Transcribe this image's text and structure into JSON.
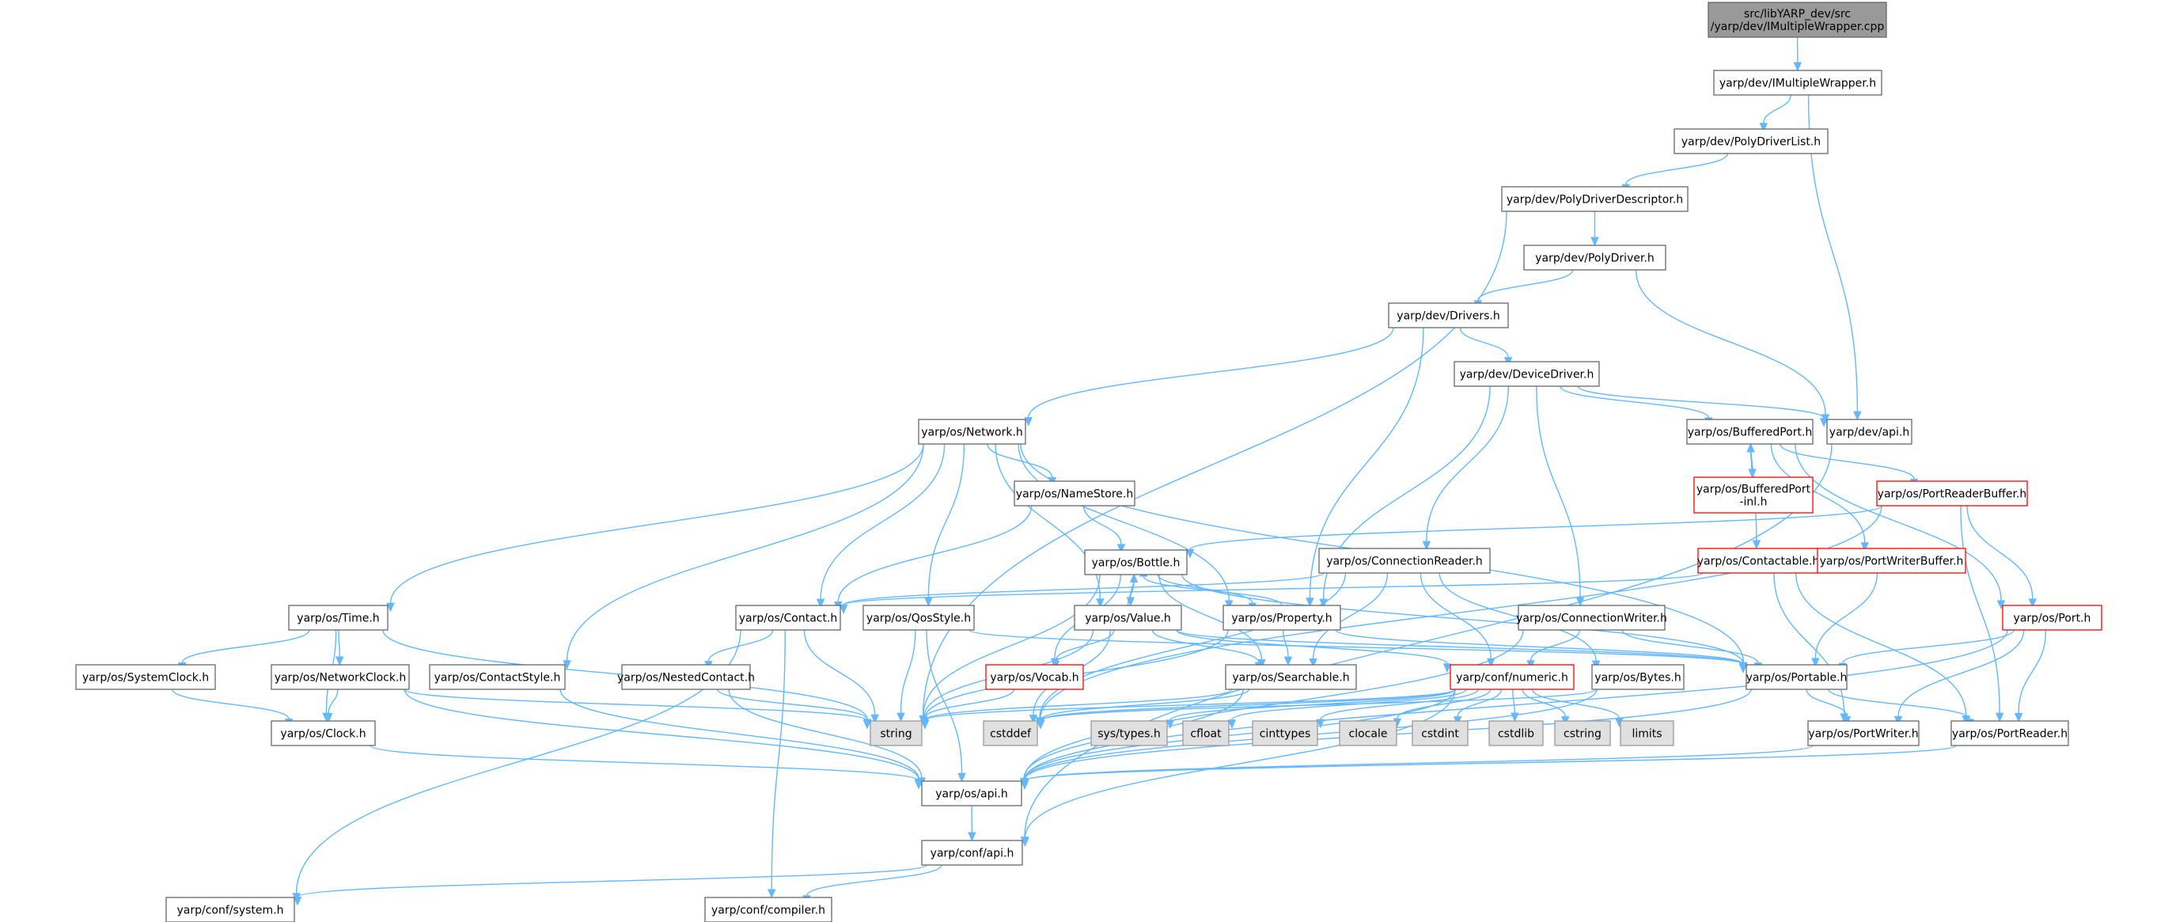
{
  "colors": {
    "edge": "#63b8ff",
    "node_border": "#666666",
    "node_fill": "#ffffff",
    "root_fill": "#999999",
    "root_border": "#666666",
    "system_fill": "#e0e0e0",
    "system_border": "#999999",
    "truncated_border": "#ff0000"
  },
  "nodes": [
    {
      "id": "root",
      "label": [
        "src/libYARP_dev/src",
        "/yarp/dev/IMultipleWrapper.cpp"
      ],
      "kind": "root",
      "clickable": false
    },
    {
      "id": "imw",
      "label": [
        "yarp/dev/IMultipleWrapper.h"
      ],
      "kind": "normal",
      "clickable": true
    },
    {
      "id": "pdl",
      "label": [
        "yarp/dev/PolyDriverList.h"
      ],
      "kind": "normal",
      "clickable": true
    },
    {
      "id": "pdd",
      "label": [
        "yarp/dev/PolyDriverDescriptor.h"
      ],
      "kind": "normal",
      "clickable": true
    },
    {
      "id": "pd",
      "label": [
        "yarp/dev/PolyDriver.h"
      ],
      "kind": "normal",
      "clickable": true
    },
    {
      "id": "drv",
      "label": [
        "yarp/dev/Drivers.h"
      ],
      "kind": "normal",
      "clickable": true
    },
    {
      "id": "dd",
      "label": [
        "yarp/dev/DeviceDriver.h"
      ],
      "kind": "normal",
      "clickable": true
    },
    {
      "id": "devapi",
      "label": [
        "yarp/dev/api.h"
      ],
      "kind": "normal",
      "clickable": true
    },
    {
      "id": "net",
      "label": [
        "yarp/os/Network.h"
      ],
      "kind": "normal",
      "clickable": true
    },
    {
      "id": "bport",
      "label": [
        "yarp/os/BufferedPort.h"
      ],
      "kind": "normal",
      "clickable": true
    },
    {
      "id": "bpinl",
      "label": [
        "yarp/os/BufferedPort",
        "-inl.h"
      ],
      "kind": "truncated",
      "clickable": true
    },
    {
      "id": "ns",
      "label": [
        "yarp/os/NameStore.h"
      ],
      "kind": "normal",
      "clickable": true
    },
    {
      "id": "prb",
      "label": [
        "yarp/os/PortReaderBuffer.h"
      ],
      "kind": "truncated",
      "clickable": true
    },
    {
      "id": "bottle",
      "label": [
        "yarp/os/Bottle.h"
      ],
      "kind": "normal",
      "clickable": true
    },
    {
      "id": "cr",
      "label": [
        "yarp/os/ConnectionReader.h"
      ],
      "kind": "normal",
      "clickable": true
    },
    {
      "id": "ctbl",
      "label": [
        "yarp/os/Contactable.h"
      ],
      "kind": "truncated",
      "clickable": true
    },
    {
      "id": "pwb",
      "label": [
        "yarp/os/PortWriterBuffer.h"
      ],
      "kind": "truncated",
      "clickable": true
    },
    {
      "id": "time",
      "label": [
        "yarp/os/Time.h"
      ],
      "kind": "normal",
      "clickable": true
    },
    {
      "id": "contact",
      "label": [
        "yarp/os/Contact.h"
      ],
      "kind": "normal",
      "clickable": true
    },
    {
      "id": "qos",
      "label": [
        "yarp/os/QosStyle.h"
      ],
      "kind": "normal",
      "clickable": true
    },
    {
      "id": "value",
      "label": [
        "yarp/os/Value.h"
      ],
      "kind": "normal",
      "clickable": true
    },
    {
      "id": "prop",
      "label": [
        "yarp/os/Property.h"
      ],
      "kind": "normal",
      "clickable": true
    },
    {
      "id": "cw",
      "label": [
        "yarp/os/ConnectionWriter.h"
      ],
      "kind": "normal",
      "clickable": true
    },
    {
      "id": "port",
      "label": [
        "yarp/os/Port.h"
      ],
      "kind": "truncated",
      "clickable": true
    },
    {
      "id": "sysclock",
      "label": [
        "yarp/os/SystemClock.h"
      ],
      "kind": "normal",
      "clickable": true
    },
    {
      "id": "netclock",
      "label": [
        "yarp/os/NetworkClock.h"
      ],
      "kind": "normal",
      "clickable": true
    },
    {
      "id": "cstyle",
      "label": [
        "yarp/os/ContactStyle.h"
      ],
      "kind": "normal",
      "clickable": true
    },
    {
      "id": "ncontact",
      "label": [
        "yarp/os/NestedContact.h"
      ],
      "kind": "normal",
      "clickable": true
    },
    {
      "id": "vocab",
      "label": [
        "yarp/os/Vocab.h"
      ],
      "kind": "truncated",
      "clickable": true
    },
    {
      "id": "search",
      "label": [
        "yarp/os/Searchable.h"
      ],
      "kind": "normal",
      "clickable": true
    },
    {
      "id": "numeric",
      "label": [
        "yarp/conf/numeric.h"
      ],
      "kind": "truncated",
      "clickable": true
    },
    {
      "id": "bytes",
      "label": [
        "yarp/os/Bytes.h"
      ],
      "kind": "normal",
      "clickable": true
    },
    {
      "id": "portable",
      "label": [
        "yarp/os/Portable.h"
      ],
      "kind": "normal",
      "clickable": true
    },
    {
      "id": "clock",
      "label": [
        "yarp/os/Clock.h"
      ],
      "kind": "normal",
      "clickable": true
    },
    {
      "id": "string",
      "label": [
        "string"
      ],
      "kind": "system",
      "clickable": false
    },
    {
      "id": "cstddef",
      "label": [
        "cstddef"
      ],
      "kind": "system",
      "clickable": false
    },
    {
      "id": "systypes",
      "label": [
        "sys/types.h"
      ],
      "kind": "system",
      "clickable": false
    },
    {
      "id": "cfloat",
      "label": [
        "cfloat"
      ],
      "kind": "system",
      "clickable": false
    },
    {
      "id": "cinttypes",
      "label": [
        "cinttypes"
      ],
      "kind": "system",
      "clickable": false
    },
    {
      "id": "clocale",
      "label": [
        "clocale"
      ],
      "kind": "system",
      "clickable": false
    },
    {
      "id": "cstdint",
      "label": [
        "cstdint"
      ],
      "kind": "system",
      "clickable": false
    },
    {
      "id": "cstdlib",
      "label": [
        "cstdlib"
      ],
      "kind": "system",
      "clickable": false
    },
    {
      "id": "cstring",
      "label": [
        "cstring"
      ],
      "kind": "system",
      "clickable": false
    },
    {
      "id": "limits",
      "label": [
        "limits"
      ],
      "kind": "system",
      "clickable": false
    },
    {
      "id": "pwriter",
      "label": [
        "yarp/os/PortWriter.h"
      ],
      "kind": "normal",
      "clickable": true
    },
    {
      "id": "preader",
      "label": [
        "yarp/os/PortReader.h"
      ],
      "kind": "normal",
      "clickable": true
    },
    {
      "id": "osapi",
      "label": [
        "yarp/os/api.h"
      ],
      "kind": "normal",
      "clickable": true
    },
    {
      "id": "confapi",
      "label": [
        "yarp/conf/api.h"
      ],
      "kind": "normal",
      "clickable": true
    },
    {
      "id": "sys",
      "label": [
        "yarp/conf/system.h"
      ],
      "kind": "normal",
      "clickable": true
    },
    {
      "id": "compiler",
      "label": [
        "yarp/conf/compiler.h"
      ],
      "kind": "normal",
      "clickable": true
    }
  ],
  "edges": [
    [
      "root",
      "imw"
    ],
    [
      "imw",
      "pdl"
    ],
    [
      "imw",
      "devapi"
    ],
    [
      "pdl",
      "pdd"
    ],
    [
      "pdd",
      "pd"
    ],
    [
      "pdd",
      "string"
    ],
    [
      "pd",
      "drv"
    ],
    [
      "pd",
      "devapi"
    ],
    [
      "drv",
      "net"
    ],
    [
      "drv",
      "dd"
    ],
    [
      "drv",
      "prop"
    ],
    [
      "dd",
      "devapi"
    ],
    [
      "dd",
      "bport"
    ],
    [
      "dd",
      "cr"
    ],
    [
      "dd",
      "cw"
    ],
    [
      "dd",
      "prop"
    ],
    [
      "devapi",
      "confapi"
    ],
    [
      "net",
      "time"
    ],
    [
      "net",
      "contact"
    ],
    [
      "net",
      "ns"
    ],
    [
      "net",
      "qos"
    ],
    [
      "net",
      "value"
    ],
    [
      "net",
      "prop"
    ],
    [
      "net",
      "cstyle"
    ],
    [
      "net",
      "portable"
    ],
    [
      "ns",
      "bottle"
    ],
    [
      "ns",
      "contact"
    ],
    [
      "bport",
      "bpinl"
    ],
    [
      "bpinl",
      "bport"
    ],
    [
      "bport",
      "prb"
    ],
    [
      "bport",
      "pwb"
    ],
    [
      "bport",
      "ctbl"
    ],
    [
      "bport",
      "port"
    ],
    [
      "prb",
      "bottle"
    ],
    [
      "prb",
      "port"
    ],
    [
      "prb",
      "preader"
    ],
    [
      "prb",
      "cstddef"
    ],
    [
      "pwb",
      "portable"
    ],
    [
      "ctbl",
      "contact"
    ],
    [
      "ctbl",
      "pwriter"
    ],
    [
      "ctbl",
      "preader"
    ],
    [
      "bottle",
      "value"
    ],
    [
      "bottle",
      "prop"
    ],
    [
      "bottle",
      "search"
    ],
    [
      "bottle",
      "portable"
    ],
    [
      "bottle",
      "vocab"
    ],
    [
      "bottle",
      "string"
    ],
    [
      "value",
      "bottle"
    ],
    [
      "prop",
      "bottle"
    ],
    [
      "cr",
      "contact"
    ],
    [
      "cr",
      "search"
    ],
    [
      "cr",
      "numeric"
    ],
    [
      "cr",
      "bytes"
    ],
    [
      "cr",
      "cstddef"
    ],
    [
      "cw",
      "numeric"
    ],
    [
      "cw",
      "osapi"
    ],
    [
      "cw",
      "portable"
    ],
    [
      "time",
      "sysclock"
    ],
    [
      "time",
      "netclock"
    ],
    [
      "time",
      "clock"
    ],
    [
      "time",
      "string"
    ],
    [
      "contact",
      "ncontact"
    ],
    [
      "contact",
      "string"
    ],
    [
      "contact",
      "sys"
    ],
    [
      "contact",
      "compiler"
    ],
    [
      "qos",
      "string"
    ],
    [
      "qos",
      "portable"
    ],
    [
      "qos",
      "osapi"
    ],
    [
      "value",
      "vocab"
    ],
    [
      "value",
      "search"
    ],
    [
      "value",
      "numeric"
    ],
    [
      "value",
      "string"
    ],
    [
      "value",
      "cstddef"
    ],
    [
      "value",
      "portable"
    ],
    [
      "prop",
      "search"
    ],
    [
      "prop",
      "portable"
    ],
    [
      "prop",
      "string"
    ],
    [
      "port",
      "portable"
    ],
    [
      "port",
      "pwriter"
    ],
    [
      "port",
      "preader"
    ],
    [
      "port",
      "osapi"
    ],
    [
      "sysclock",
      "clock"
    ],
    [
      "netclock",
      "clock"
    ],
    [
      "netclock",
      "string"
    ],
    [
      "netclock",
      "osapi"
    ],
    [
      "cstyle",
      "osapi"
    ],
    [
      "ncontact",
      "string"
    ],
    [
      "ncontact",
      "osapi"
    ],
    [
      "vocab",
      "string"
    ],
    [
      "search",
      "string"
    ],
    [
      "search",
      "cstddef"
    ],
    [
      "search",
      "osapi"
    ],
    [
      "numeric",
      "confapi"
    ],
    [
      "numeric",
      "string"
    ],
    [
      "numeric",
      "cstddef"
    ],
    [
      "numeric",
      "systypes"
    ],
    [
      "numeric",
      "cfloat"
    ],
    [
      "numeric",
      "cinttypes"
    ],
    [
      "numeric",
      "clocale"
    ],
    [
      "numeric",
      "cstdint"
    ],
    [
      "numeric",
      "cstdlib"
    ],
    [
      "numeric",
      "cstring"
    ],
    [
      "numeric",
      "limits"
    ],
    [
      "numeric",
      "osapi"
    ],
    [
      "bytes",
      "cstddef"
    ],
    [
      "bytes",
      "osapi"
    ],
    [
      "portable",
      "pwriter"
    ],
    [
      "portable",
      "preader"
    ],
    [
      "portable",
      "osapi"
    ],
    [
      "pwriter",
      "osapi"
    ],
    [
      "preader",
      "osapi"
    ],
    [
      "clock",
      "osapi"
    ],
    [
      "osapi",
      "confapi"
    ],
    [
      "confapi",
      "sys"
    ],
    [
      "confapi",
      "compiler"
    ]
  ]
}
